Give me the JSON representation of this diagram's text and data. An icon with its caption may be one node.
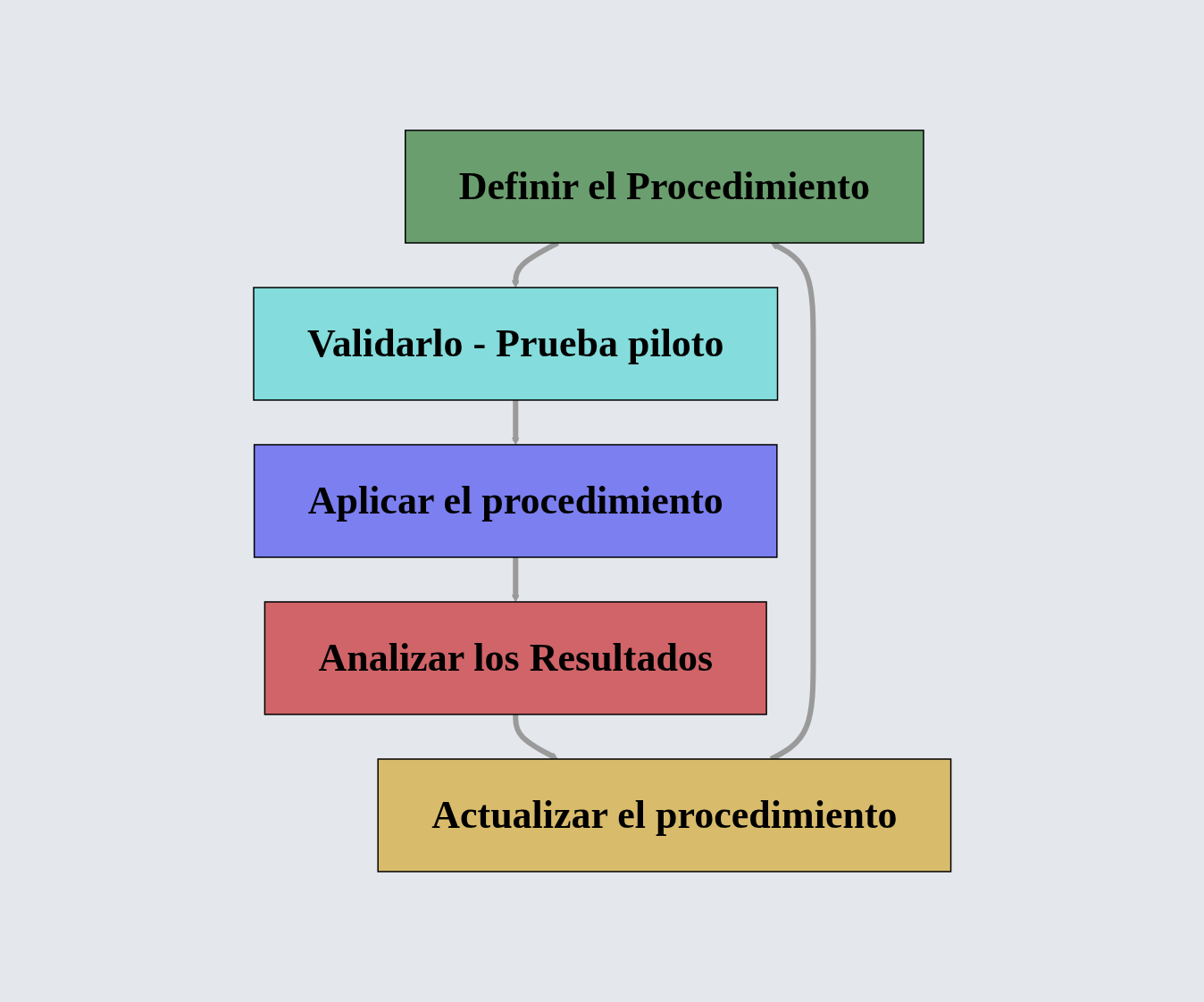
{
  "diagram": {
    "nodes": [
      {
        "text": [
          "Definir el Procedimiento"
        ]
      },
      {
        "text": [
          "Validarlo - Prueba piloto"
        ]
      },
      {
        "text": [
          "Aplicar el procedimiento"
        ]
      },
      {
        "text": [
          "Analizar los Resultados"
        ]
      },
      {
        "text": [
          "Actualizar el procedimiento"
        ]
      }
    ],
    "edges": [
      {
        "from": 0,
        "to": 1,
        "arrow": "to"
      },
      {
        "from": 1,
        "to": 2,
        "arrow": "to"
      },
      {
        "from": 2,
        "to": 3,
        "arrow": "to"
      },
      {
        "from": 3,
        "to": 4,
        "arrow": "to"
      },
      {
        "from": 4,
        "to": 0,
        "arrow": "to"
      }
    ]
  }
}
